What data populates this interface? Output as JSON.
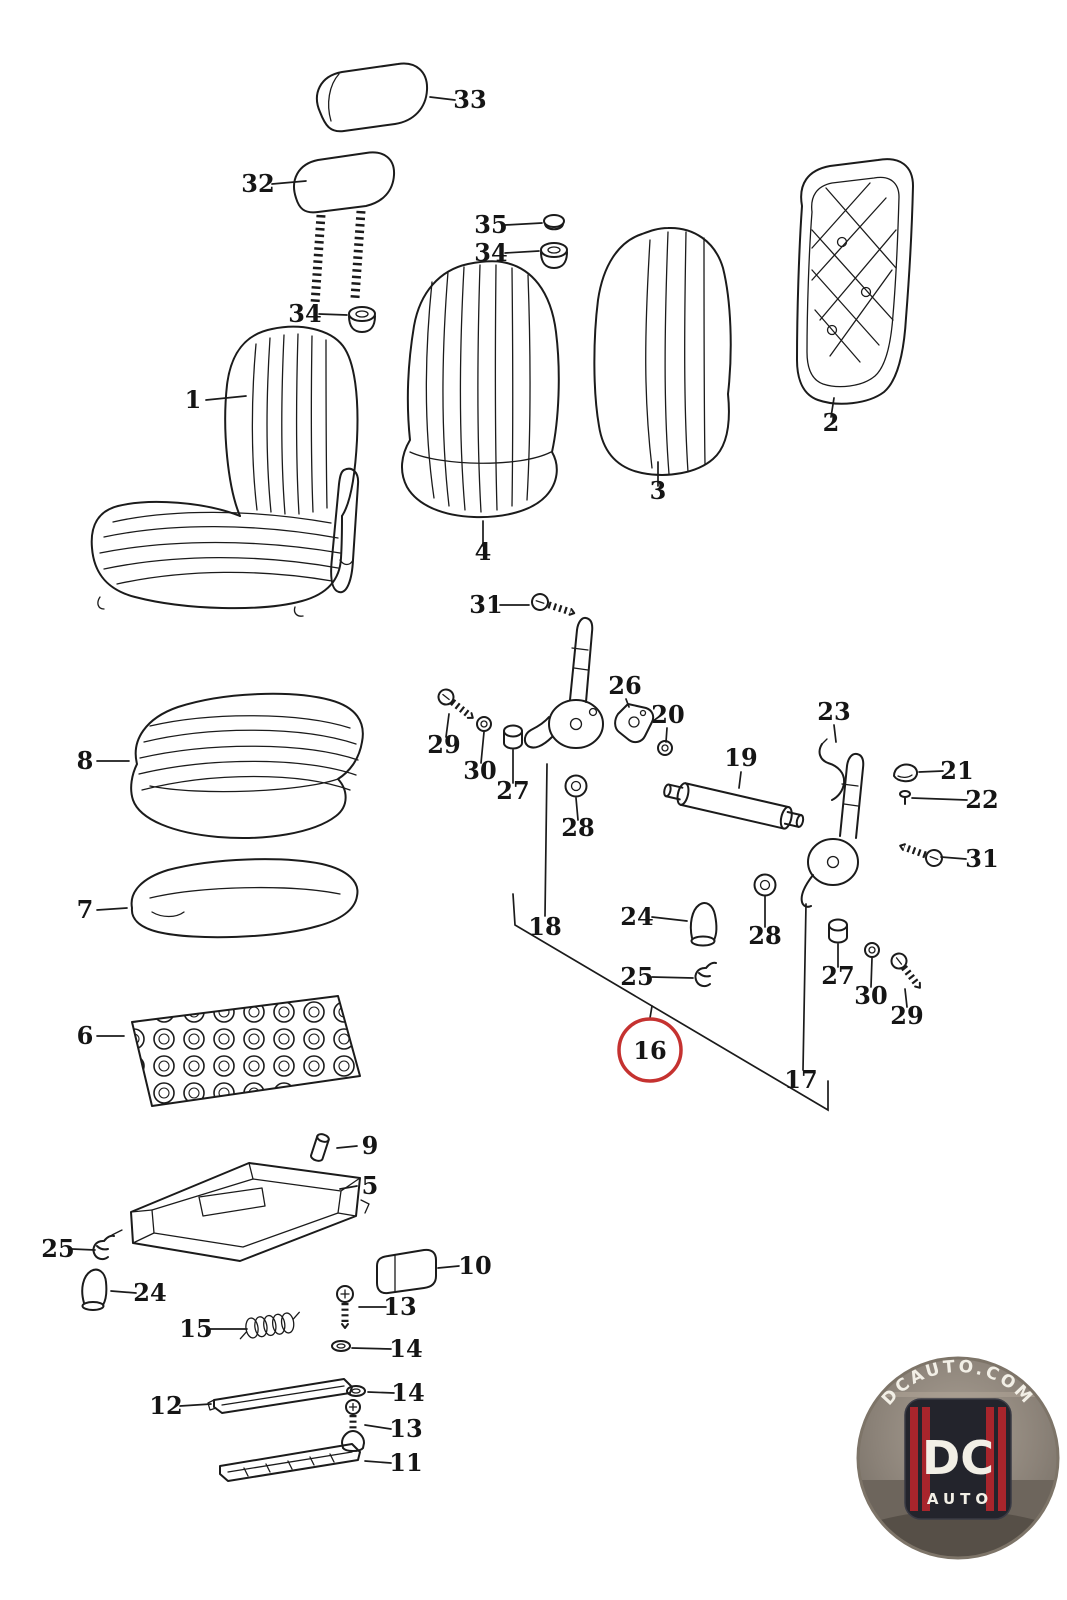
{
  "page": {
    "background": "#ffffff",
    "kind": "exploded parts diagram"
  },
  "diagram": {
    "ink": "#1b1b1b",
    "highlight": {
      "label": "16",
      "ring_color": "#c53230"
    },
    "callouts": [
      {
        "label": "33"
      },
      {
        "label": "32"
      },
      {
        "label": "35"
      },
      {
        "label": "34"
      },
      {
        "label": "34"
      },
      {
        "label": "1"
      },
      {
        "label": "4"
      },
      {
        "label": "3"
      },
      {
        "label": "2"
      },
      {
        "label": "31"
      },
      {
        "label": "29"
      },
      {
        "label": "30"
      },
      {
        "label": "27"
      },
      {
        "label": "26"
      },
      {
        "label": "20"
      },
      {
        "label": "19"
      },
      {
        "label": "23"
      },
      {
        "label": "21"
      },
      {
        "label": "22"
      },
      {
        "label": "31"
      },
      {
        "label": "18"
      },
      {
        "label": "28"
      },
      {
        "label": "24"
      },
      {
        "label": "25"
      },
      {
        "label": "28"
      },
      {
        "label": "27"
      },
      {
        "label": "30"
      },
      {
        "label": "29"
      },
      {
        "label": "17"
      },
      {
        "label": "8"
      },
      {
        "label": "7"
      },
      {
        "label": "6"
      },
      {
        "label": "9"
      },
      {
        "label": "5"
      },
      {
        "label": "25"
      },
      {
        "label": "24"
      },
      {
        "label": "10"
      },
      {
        "label": "13"
      },
      {
        "label": "15"
      },
      {
        "label": "14"
      },
      {
        "label": "14"
      },
      {
        "label": "12"
      },
      {
        "label": "13"
      },
      {
        "label": "11"
      }
    ]
  },
  "watermark": {
    "arc_text": "DCAUTO.COM",
    "monogram": "DC",
    "sub_text": "AUTO",
    "badge_color": "#23242c",
    "stripe_color": "#a8252c",
    "text_color": "#f2efe6"
  }
}
